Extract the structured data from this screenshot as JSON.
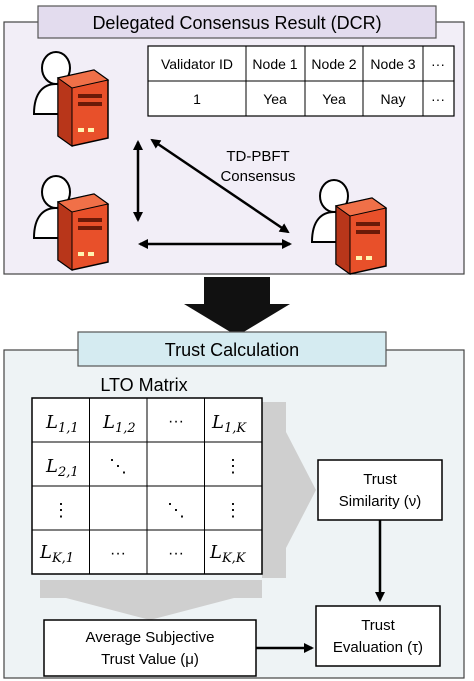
{
  "dcr": {
    "title": "Delegated Consensus Result (DCR)",
    "panel_color": "#f2eef7",
    "title_color": "#e3dcee",
    "table": {
      "headers": [
        "Validator ID",
        "Node 1",
        "Node 2",
        "Node 3",
        "···"
      ],
      "row": [
        "1",
        "Yea",
        "Yea",
        "Nay",
        "···"
      ]
    },
    "consensus_label_line1": "TD-PBFT",
    "consensus_label_line2": "Consensus"
  },
  "trust": {
    "title": "Trust Calculation",
    "panel_color": "#eef3f5",
    "title_color": "#d5ebf1",
    "matrix_title": "LTO Matrix",
    "matrix": {
      "r1": [
        "L",
        "1,1",
        "L",
        "1,2",
        "···",
        "L",
        "1,K"
      ],
      "r2": [
        "L",
        "2,1",
        "⋱",
        "⋮"
      ],
      "r3": [
        "⋮",
        "⋱",
        "⋮"
      ],
      "r4": [
        "L",
        "K,1",
        "···",
        "···",
        "L",
        "K,K"
      ]
    },
    "similarity_line1": "Trust",
    "similarity_line2": "Similarity (ν)",
    "average_line1": "Average Subjective",
    "average_line2": "Trust Value (μ)",
    "evaluation_line1": "Trust",
    "evaluation_line2": "Evaluation (τ)"
  },
  "colors": {
    "server": "#e8502a",
    "server_dark": "#b8361a",
    "big_arrow": "#111111",
    "grey_arrow": "#cfcfcf"
  },
  "icons": [
    "user-icon",
    "server-icon"
  ]
}
